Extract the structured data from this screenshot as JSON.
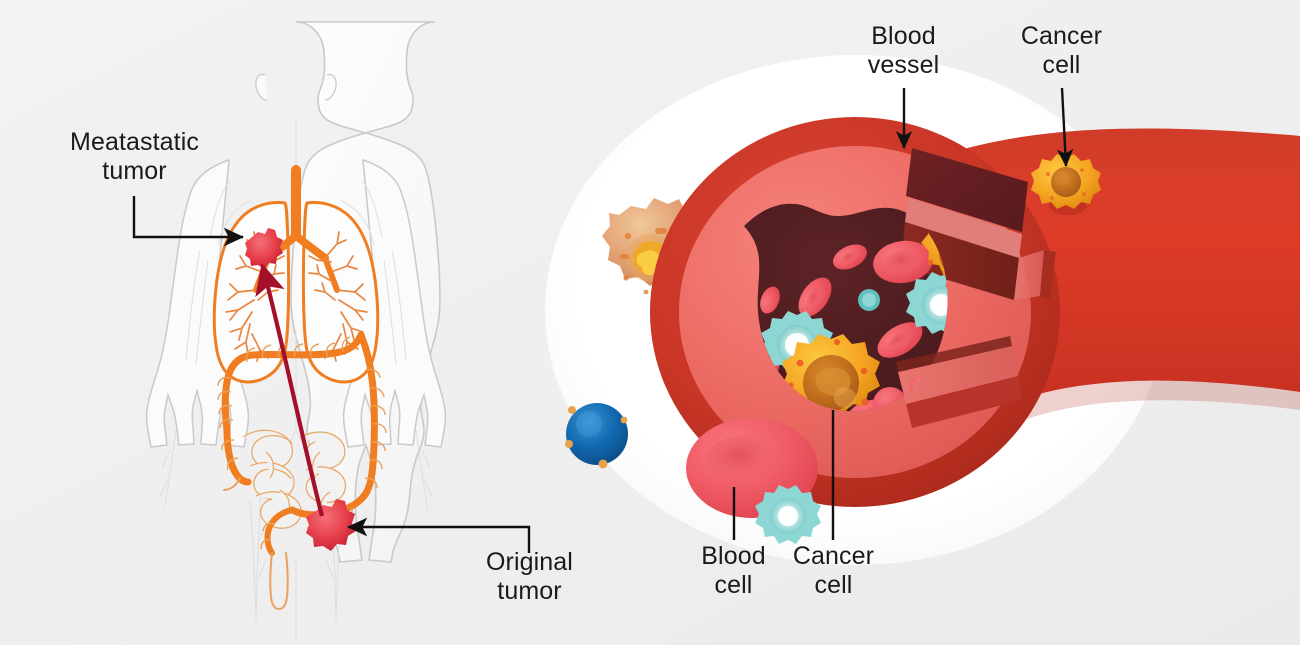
{
  "illustration": {
    "title": "Cancer metastasis via the bloodstream",
    "background_color": "#f0efef"
  },
  "labels": {
    "metastatic_tumor": "Meatastatic\ntumor",
    "original_tumor": "Original\ntumor",
    "blood_vessel": "Blood\nvessel",
    "cancer_cell_top": "Cancer\ncell",
    "blood_cell": "Blood\ncell",
    "cancer_cell_bottom": "Cancer\ncell"
  },
  "panels": {
    "body": {
      "name": "human-body-anatomy-panel",
      "organs": [
        "lungs",
        "bronchial-tree",
        "colon",
        "small-intestine",
        "rectum"
      ],
      "silhouette_color": "#fbfbfb",
      "outline_color": "#c9c9c9",
      "organ_color": "#f07d20",
      "tumor_color": "#e8414c",
      "arrow_color": "#a4102a"
    },
    "vessel": {
      "name": "blood-vessel-cutaway-panel",
      "halo_color": "#ffffff",
      "wall_outer_color": "#d4392a",
      "wall_mid_color": "#c23226",
      "wall_inner_color": "#ef6c68",
      "lumen_color": "#4b1b1e",
      "red_blood_cell_color": "#ef5c66",
      "white_blood_cell_color": "#8ed6d3",
      "cancer_cell_color": "#f5a623",
      "free_cancer_cell_color": "#e2a072",
      "free_blue_cell_color": "#1269b0"
    }
  },
  "counts": {
    "red_blood_cells": 11,
    "white_blood_cells": 6,
    "cancer_cells_in_lumen": 2,
    "cancer_cells_on_surface": 1,
    "free_cells_outside": 2
  },
  "colors": {
    "label_text": "#1a1a1a",
    "leader_line": "#111111"
  }
}
